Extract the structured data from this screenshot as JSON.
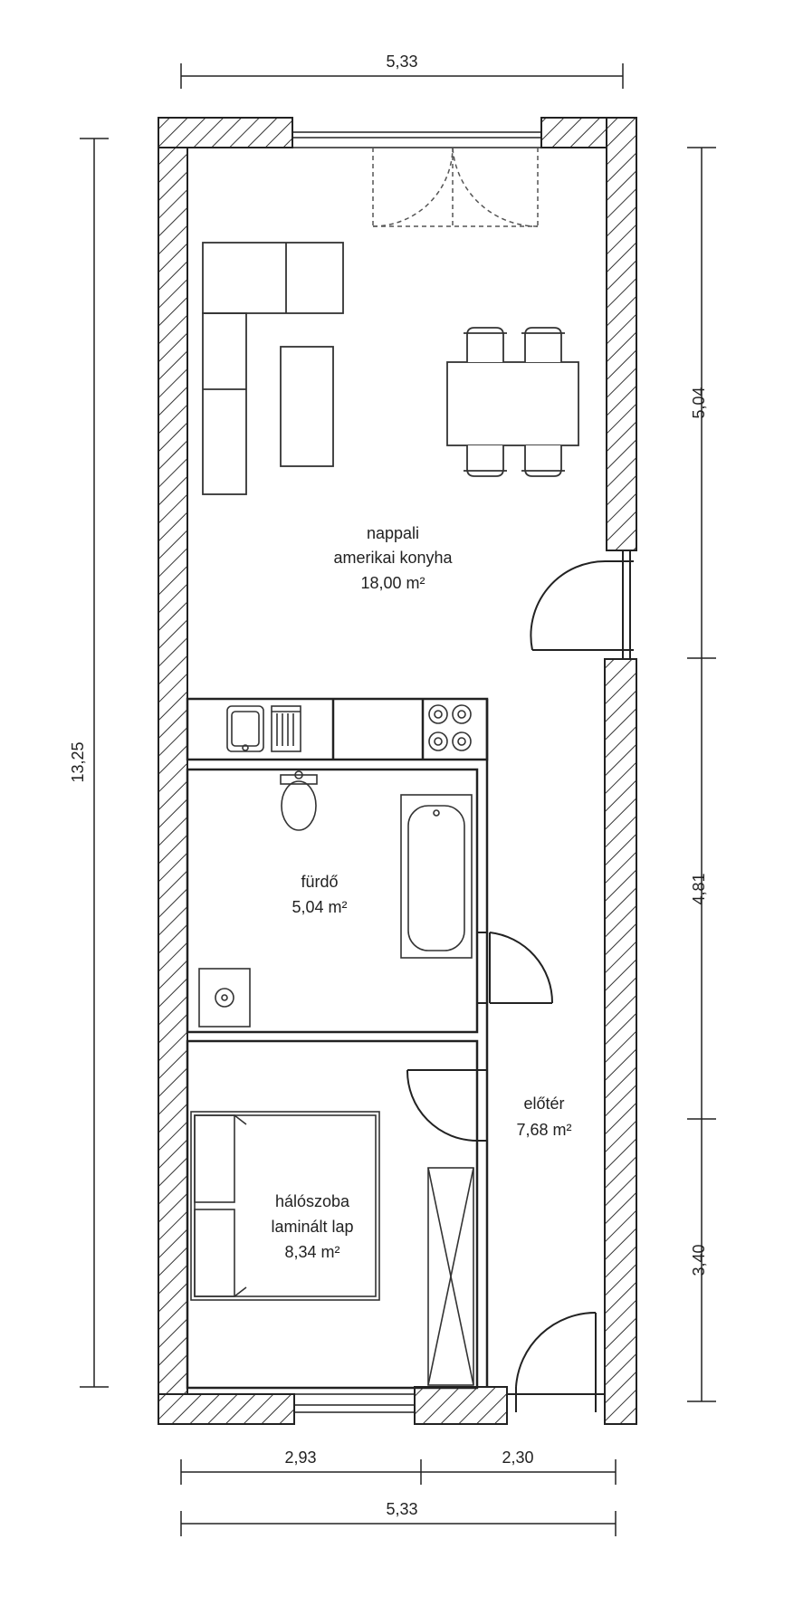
{
  "dimensions": {
    "top_total": "5,33",
    "left_total": "13,25",
    "right_seg1": "5,04",
    "right_seg2": "4,81",
    "right_seg3": "3,40",
    "bottom_left": "2,93",
    "bottom_right": "2,30",
    "bottom_total": "5,33"
  },
  "rooms": {
    "living": {
      "name": "nappali",
      "subtitle": "amerikai konyha",
      "area": "18,00 m²"
    },
    "bath": {
      "name": "fürdő",
      "area": "5,04 m²"
    },
    "hall": {
      "name": "előtér",
      "area": "7,68 m²"
    },
    "bedroom": {
      "name": "hálószoba",
      "subtitle": "laminált lap",
      "area": "8,34 m²"
    }
  },
  "colors": {
    "line": "#222222",
    "dashed": "#555555",
    "background": "#ffffff"
  }
}
